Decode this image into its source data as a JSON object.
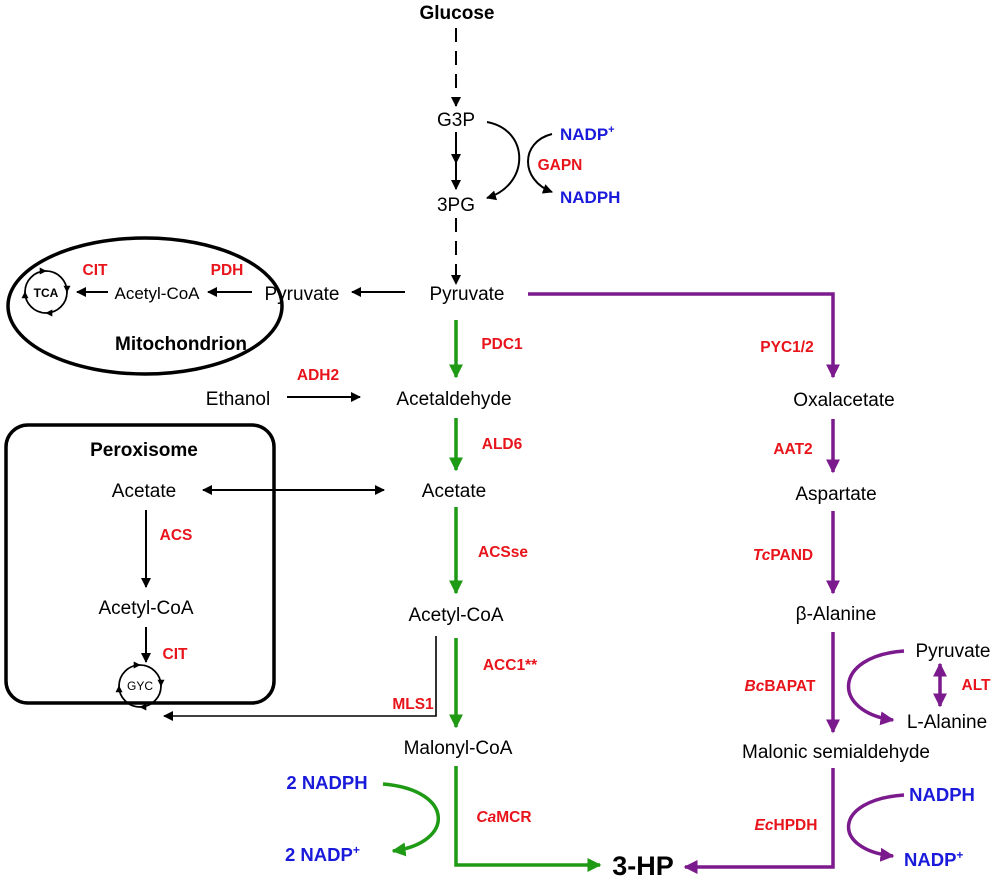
{
  "colors": {
    "enzyme": "#e8141b",
    "cofactor": "#1a1adb",
    "green_pathway": "#1e9a14",
    "purple_pathway": "#7b1a8c",
    "black": "#000000"
  },
  "metabolites": {
    "glucose": "Glucose",
    "g3p": "G3P",
    "pg3": "3PG",
    "pyruvate_main": "Pyruvate",
    "pyruvate_mito": "Pyruvate",
    "acetyl_coa_mito": "Acetyl-CoA",
    "tca": "TCA",
    "ethanol": "Ethanol",
    "acetaldehyde": "Acetaldehyde",
    "acetate_main": "Acetate",
    "acetate_perox": "Acetate",
    "acetyl_coa_perox": "Acetyl-CoA",
    "gyc": "GYC",
    "acetyl_coa_main": "Acetyl-CoA",
    "malonyl_coa": "Malonyl-CoA",
    "oxalacetate": "Oxalacetate",
    "aspartate": "Aspartate",
    "beta_alanine": "β-Alanine",
    "pyruvate_right": "Pyruvate",
    "l_alanine": "L-Alanine",
    "malonic_semialdehyde": "Malonic semialdehyde",
    "product": "3-HP"
  },
  "compartments": {
    "mitochondrion": "Mitochondrion",
    "peroxisome": "Peroxisome"
  },
  "enzymes": {
    "gapn": "GAPN",
    "cit_mito": "CIT",
    "pdh": "PDH",
    "pdc1": "PDC1",
    "adh2": "ADH2",
    "ald6": "ALD6",
    "acs": "ACS",
    "acsse": "ACSse",
    "cit_perox": "CIT",
    "acc1": "ACC1**",
    "mls1": "MLS1",
    "camcr_prefix": "Ca",
    "camcr_suffix": "MCR",
    "pyc": "PYC1/2",
    "aat2": "AAT2",
    "tcpand_prefix": "Tc",
    "tcpand_suffix": "PAND",
    "bcbapat_prefix": "Bc",
    "bcbapat_suffix": "BAPAT",
    "alt": "ALT",
    "echpdh_prefix": "Ec",
    "echpdh_suffix": "HPDH"
  },
  "cofactors": {
    "nadp_top": "NADP",
    "nadph_top": "NADPH",
    "nadph_left": "2 NADPH",
    "nadp_left": "2 NADP",
    "nadph_right": "NADPH",
    "nadp_right": "NADP",
    "plus": "+"
  }
}
